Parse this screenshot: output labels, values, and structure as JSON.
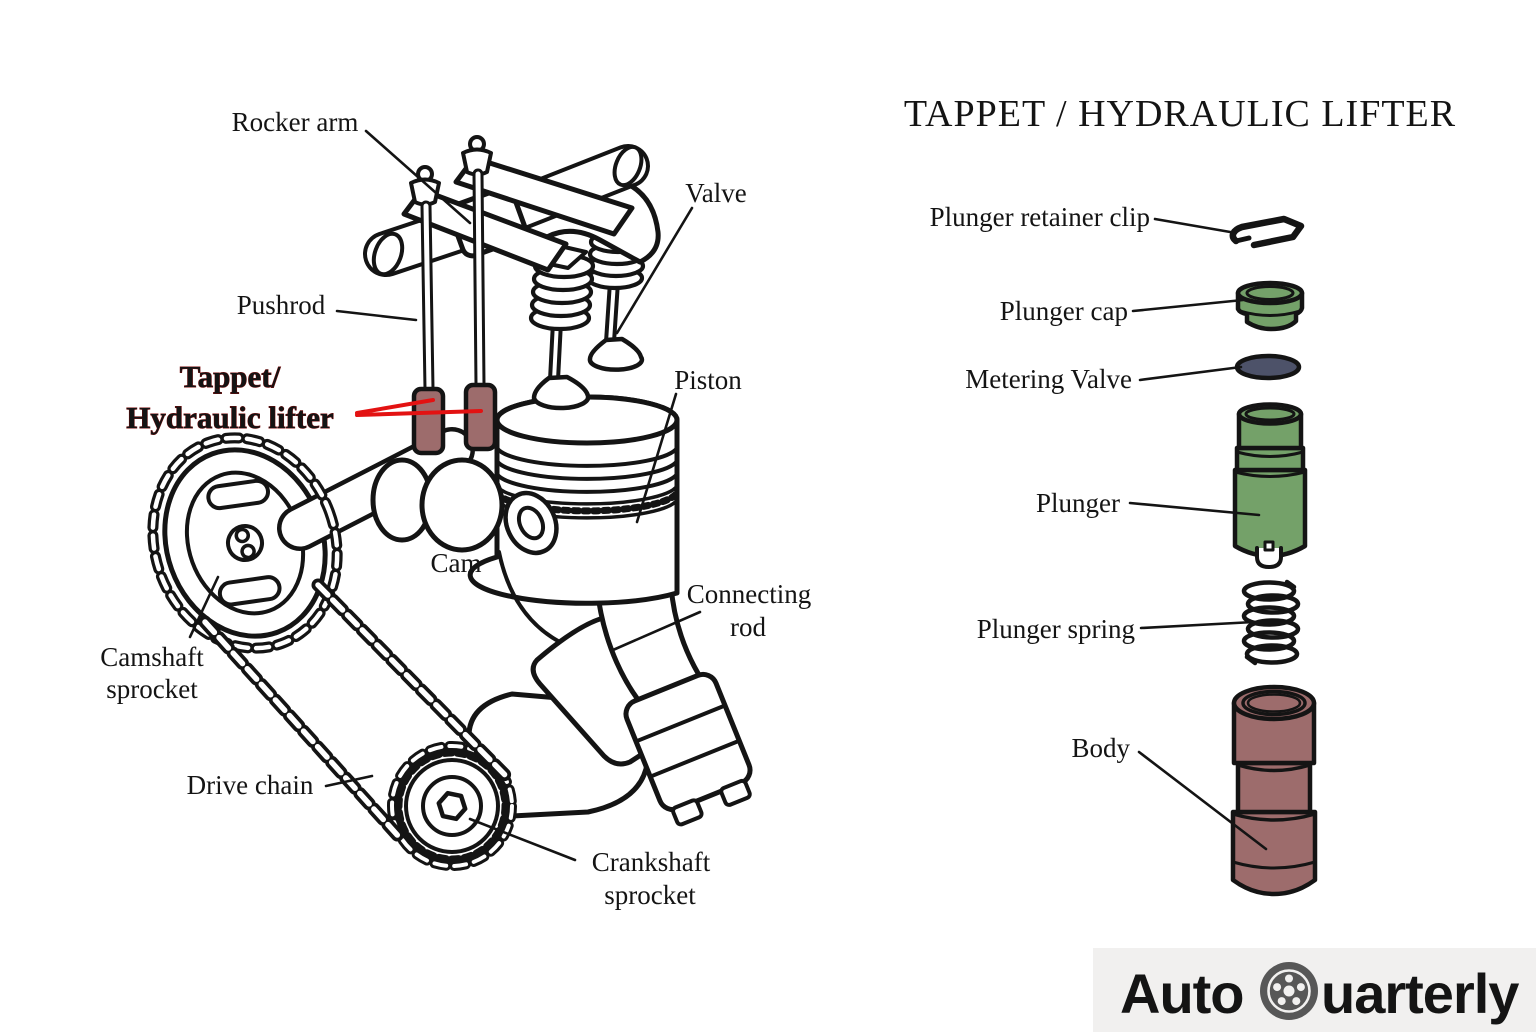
{
  "title": {
    "text": "TAPPET / HYDRAULIC LIFTER",
    "color": "#fb0b0b"
  },
  "engine_diagram": {
    "labels": {
      "rocker_arm": "Rocker arm",
      "valve": "Valve",
      "pushrod": "Pushrod",
      "tappet_line1": "Tappet/",
      "tappet_line2": "Hydraulic lifter",
      "piston": "Piston",
      "cam": "Cam",
      "connecting_rod_line1": "Connecting",
      "connecting_rod_line2": "rod",
      "camshaft_sprocket_line1": "Camshaft",
      "camshaft_sprocket_line2": "sprocket",
      "drive_chain": "Drive chain",
      "crankshaft_sprocket_line1": "Crankshaft",
      "crankshaft_sprocket_line2": "sprocket"
    },
    "colors": {
      "tappet": "#9d6c6c",
      "label_red": "#cf1111",
      "leader_red": "#e31212"
    }
  },
  "lifter_parts": {
    "plunger_retainer_clip": {
      "label": "Plunger retainer clip"
    },
    "plunger_cap": {
      "label": "Plunger cap",
      "color": "#74a169"
    },
    "metering_valve": {
      "label": "Metering Valve",
      "color": "#4d5269"
    },
    "plunger": {
      "label": "Plunger",
      "color": "#74a169"
    },
    "plunger_spring": {
      "label": "Plunger spring"
    },
    "body": {
      "label": "Body",
      "color": "#9d6c6c"
    }
  },
  "logo": {
    "part1": "Auto",
    "part2": "uarterly",
    "part1_color": "#ec7079",
    "part2_color": "#6b6b6b",
    "bar_color": "#f1f0ef",
    "wheel_icon": "wheel-icon"
  }
}
